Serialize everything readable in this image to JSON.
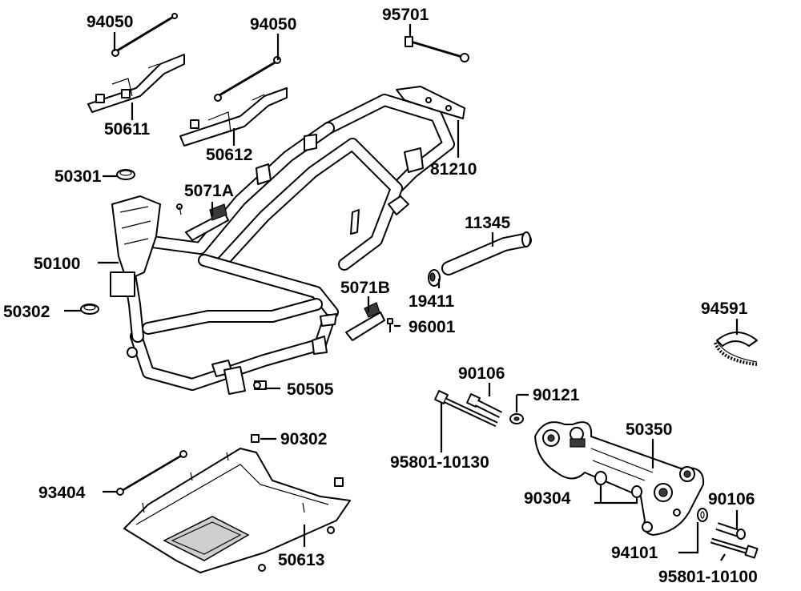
{
  "labels": {
    "p94050a": "94050",
    "p94050b": "94050",
    "p95701": "95701",
    "p50611": "50611",
    "p50612": "50612",
    "p81210": "81210",
    "p50301": "50301",
    "p5071A": "5071A",
    "p11345": "11345",
    "p50100": "50100",
    "p5071B": "5071B",
    "p19411": "19411",
    "p50302": "50302",
    "p96001": "96001",
    "p94591": "94591",
    "p50505": "50505",
    "p90106a": "90106",
    "p90121": "90121",
    "p50350": "50350",
    "p90302": "90302",
    "p95801a": "95801-10130",
    "p93404": "93404",
    "p90304": "90304",
    "p90106b": "90106",
    "p50613": "50613",
    "p94101": "94101",
    "p95801b": "95801-10100"
  }
}
